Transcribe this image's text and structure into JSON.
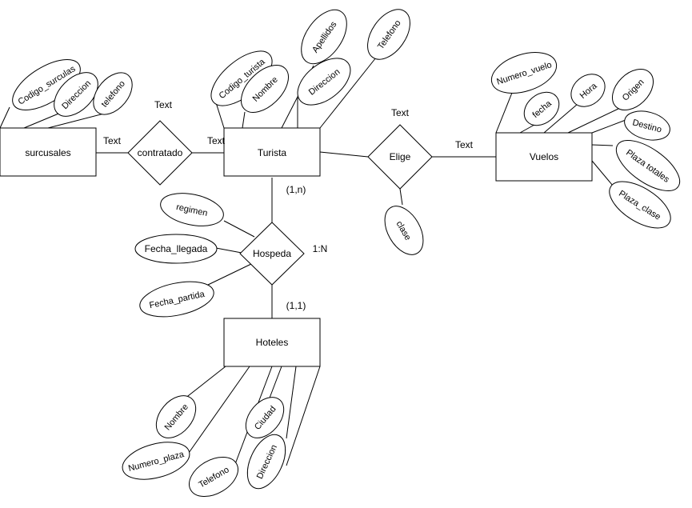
{
  "entities": {
    "sucursales": "surcusales",
    "turista": "Turista",
    "vuelos": "Vuelos",
    "hoteles": "Hoteles"
  },
  "relationships": {
    "contratado": "contratado",
    "elige": "Elige",
    "hospeda": "Hospeda"
  },
  "attributes": {
    "sucursales": [
      "Codigo_surculas",
      "Direccion",
      "telefono"
    ],
    "turista": [
      "Codigo_turista",
      "Nombre",
      "Apellidos",
      "Direccion",
      "Telefono"
    ],
    "vuelos": [
      "Numero_vuelo",
      "fecha",
      "Hora",
      "Origen",
      "Destino",
      "Plaza totales",
      "Plaza_clase"
    ],
    "elige": [
      "clase"
    ],
    "hospeda": [
      "regimen",
      "Fecha_llegada",
      "Fecha_partida"
    ],
    "hoteles": [
      "Nombre",
      "Numero_plaza",
      "Telefono",
      "Ciudad",
      "Direccion"
    ]
  },
  "edge_labels": {
    "text_sucursales_contratado": "Text",
    "text_contratado_top": "Text",
    "text_contratado_turista": "Text",
    "text_elige_top": "Text",
    "text_elige_vuelos": "Text"
  },
  "cardinalities": {
    "turista_hospeda": "(1,n)",
    "hospeda_ratio": "1:N",
    "hoteles_hospeda": "(1,1)"
  }
}
